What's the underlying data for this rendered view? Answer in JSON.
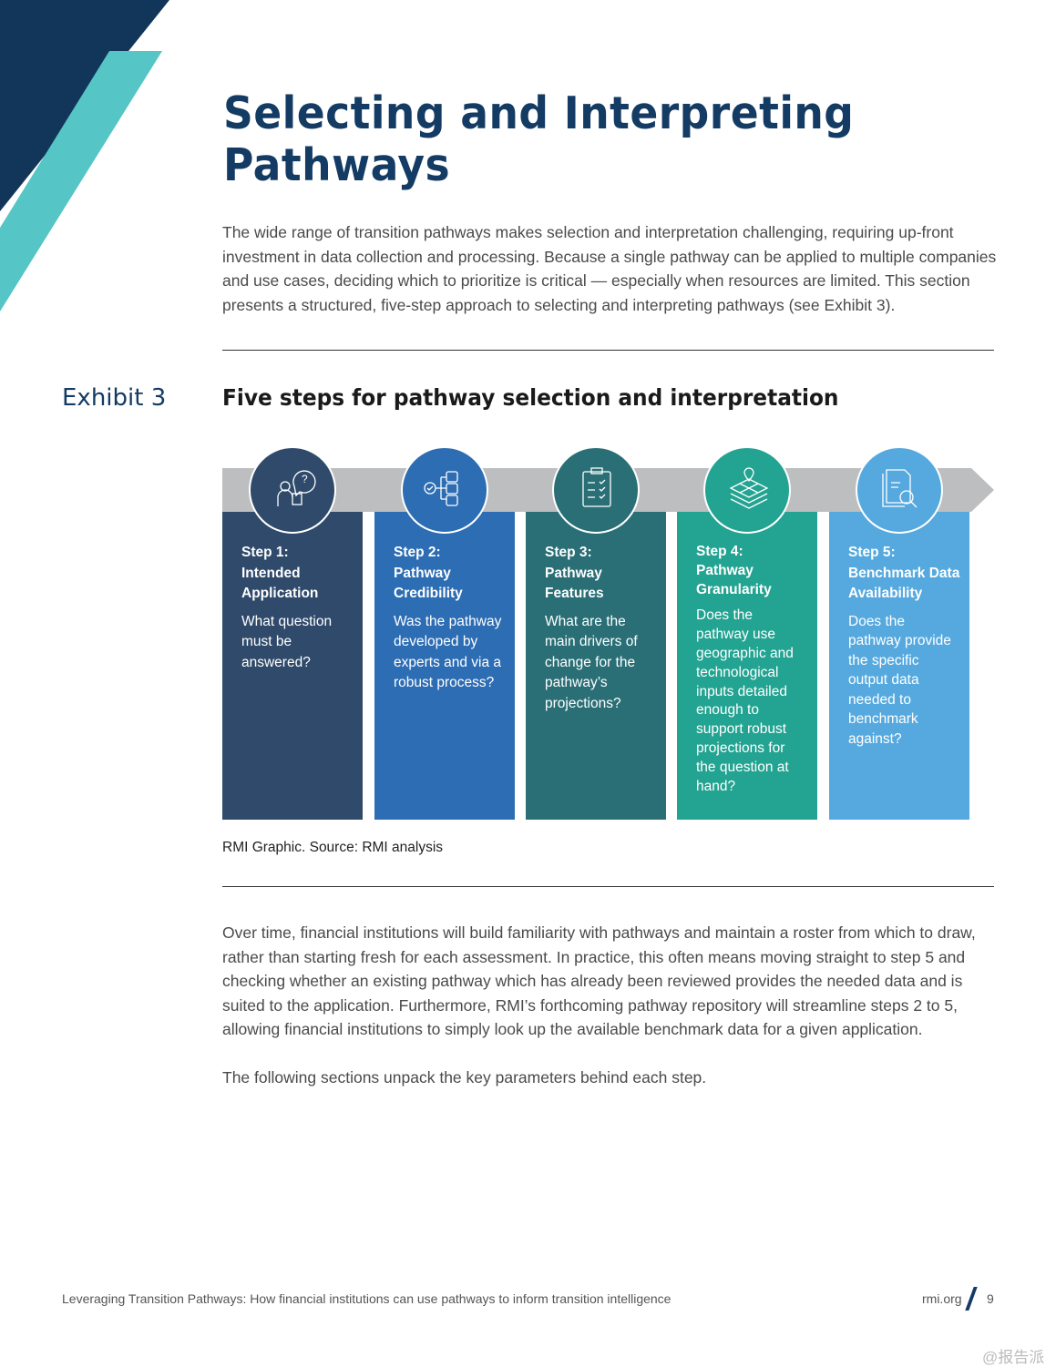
{
  "title": "Selecting and Interpreting Pathways",
  "intro": "The wide range of transition pathways makes selection and interpretation challenging, requiring up-front investment in data collection and processing. Because a single pathway can be applied to multiple companies and use cases, deciding which to prioritize is critical — especially when resources are limited. This section presents a structured, five-step approach to selecting and interpreting pathways (see Exhibit 3).",
  "exhibit": {
    "label": "Exhibit 3",
    "title": "Five steps for pathway selection and interpretation",
    "steps": [
      {
        "step": "Step 1:",
        "name": "Intended Application",
        "desc": "What question must be answered?",
        "icon": "person-question-icon",
        "color": "#2f4a6a"
      },
      {
        "step": "Step 2:",
        "name": "Pathway Credibility",
        "desc": "Was the pathway developed by experts and via a robust process?",
        "icon": "flowchart-check-icon",
        "color": "#2d6db3"
      },
      {
        "step": "Step 3:",
        "name": "Pathway Features",
        "desc": "What are the main drivers of change for the pathway’s projections?",
        "icon": "clipboard-checklist-icon",
        "color": "#2a6f76"
      },
      {
        "step": "Step 4:",
        "name": "Pathway Granularity",
        "desc": "Does the pathway use geographic and technological inputs detailed enough to support robust projections for the question at hand?",
        "icon": "map-layers-icon",
        "color": "#23a391"
      },
      {
        "step": "Step 5:",
        "name": "Benchmark Data Availability",
        "desc": "Does the pathway provide the specific output data needed to benchmark against?",
        "icon": "document-search-icon",
        "color": "#56a9de"
      }
    ],
    "source": "RMI Graphic. Source: RMI analysis"
  },
  "body1": "Over time, financial institutions will build familiarity with pathways and maintain a roster from which to draw, rather than starting fresh for each assessment. In practice, this often means moving straight to step 5 and checking whether an existing pathway which has already been reviewed provides the needed data and is suited to the application. Furthermore, RMI’s forthcoming pathway repository will streamline steps 2 to 5, allowing financial institutions to simply look up the available benchmark data for a given application.",
  "body2": "The following sections unpack the key parameters behind each step.",
  "footer": {
    "text": "Leveraging Transition Pathways: How financial institutions can use pathways to inform transition intelligence",
    "site": "rmi.org",
    "page": "9"
  },
  "watermark": "@报告派"
}
